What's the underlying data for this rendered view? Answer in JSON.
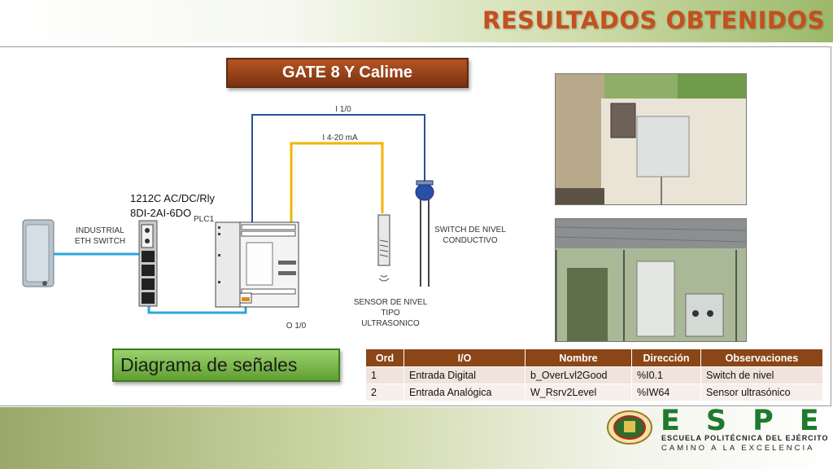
{
  "header": {
    "title": "RESULTADOS OBTENIDOS"
  },
  "gate_title": "GATE 8 Y Calime",
  "diagram_title": "Diagrama de señales",
  "diagram": {
    "signal_i10": "I 1/0",
    "signal_i420": "I 4-20 mA",
    "signal_o10": "O 1/0",
    "plc_model_line1": "1212C AC/DC/Rly",
    "plc_model_line2": "8DI-2AI-6DO",
    "plc_name": "PLC1",
    "switch_line1": "INDUSTRIAL",
    "switch_line2": "ETH SWITCH",
    "level_switch_line1": "SWITCH DE NIVEL",
    "level_switch_line2": "CONDUCTIVO",
    "sensor_line1": "SENSOR DE NIVEL",
    "sensor_line2": "TIPO",
    "sensor_line3": "ULTRASONICO",
    "colors": {
      "blue_wire": "#2a4f9c",
      "yellow_wire": "#f0b500",
      "cyan_wire": "#29a8e0"
    }
  },
  "table": {
    "headers": [
      "Ord",
      "I/O",
      "Nombre",
      "Dirección",
      "Observaciones"
    ],
    "rows": [
      [
        "1",
        "Entrada Digital",
        "b_OverLvl2Good",
        "%I0.1",
        "Switch de nivel"
      ],
      [
        "2",
        "Entrada Analógica",
        "W_Rsrv2Level",
        "%IW64",
        "Sensor ultrasónico"
      ]
    ]
  },
  "logo": {
    "letters": "ESPE",
    "line1": "ESCUELA POLITÉCNICA DEL EJÉRCITO",
    "line2": "CAMINO A LA EXCELENCIA",
    "brand_color": "#1f7a2e"
  },
  "theme": {
    "title_color": "#c4501e",
    "table_header": "#8a4616",
    "gate_box": "#a0481c",
    "diagram_box": "#7cbf4e"
  }
}
